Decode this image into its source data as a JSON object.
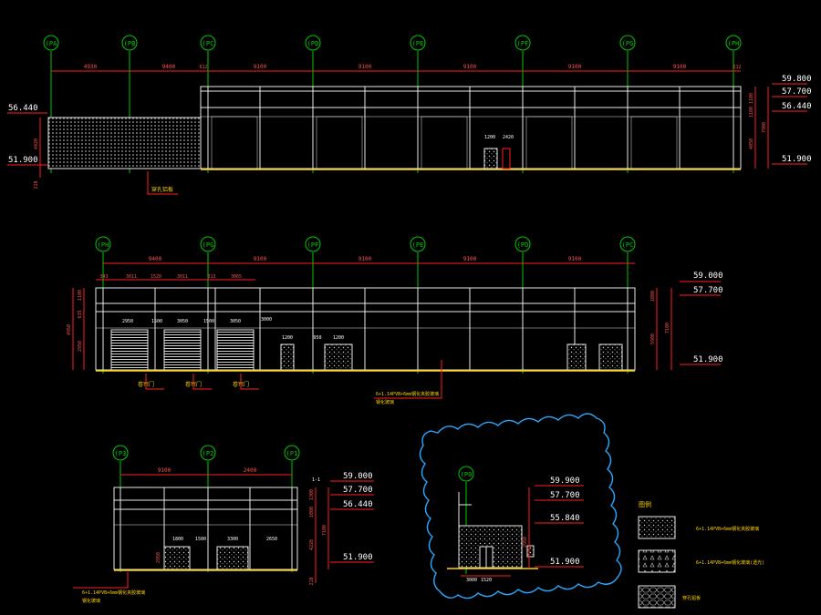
{
  "colors": {
    "background": "#000000",
    "axis": "#00c800",
    "dimension": "#ff2020",
    "elevation_text": "#ffffff",
    "facade": "#e8e8e8",
    "note": "#ffd200",
    "cloud": "#2aa7ff",
    "hatch": "#bbbbbb"
  },
  "elevation1": {
    "axes": [
      "(PA",
      "(PB",
      "(PC",
      "(PD",
      "(PE",
      "(PF",
      "(PG",
      "(PH"
    ],
    "top_dims": [
      "4930",
      "9400",
      "612",
      "9100",
      "9100",
      "9100",
      "9100",
      "9100",
      "612"
    ],
    "door_dims": [
      "1200",
      "2420"
    ],
    "right_dims": [
      "1100",
      "1100",
      "4050",
      "7900"
    ],
    "left_dims": [
      "4420",
      "210"
    ],
    "levels": {
      "l1": "59.800",
      "l2": "57.700",
      "l3": "56.440",
      "l4": "51.900"
    },
    "left_level_top": "56.440",
    "left_level_bottom": "51.900",
    "note": "穿孔铝板"
  },
  "elevation2": {
    "axes": [
      "(PH",
      "(PG",
      "(PF",
      "(PE",
      "(PD",
      "(PC"
    ],
    "top_dims": [
      "9400",
      "9100",
      "9100",
      "9100",
      "9100"
    ],
    "sub_dims": [
      "343",
      "3011",
      "1520",
      "3011",
      "313",
      "3065"
    ],
    "door_dims": [
      "2950",
      "1500",
      "3050",
      "1500",
      "3050",
      "3000",
      "1200",
      "1200",
      "950"
    ],
    "left_dims": [
      "1100",
      "635",
      "2950",
      "4950"
    ],
    "right_dims": [
      "1000",
      "5900",
      "7100"
    ],
    "levels": {
      "l1": "59.000",
      "l2": "57.700",
      "l3": "51.900"
    },
    "door_labels": [
      "卷帘门",
      "卷帘门",
      "卷帘门"
    ],
    "note_line1": "6+1.14PVB+6mm钢化夹胶玻璃",
    "note_line2": "钢化玻璃"
  },
  "elevation3": {
    "axes": [
      "(P3",
      "(P2",
      "(P1"
    ],
    "top_dims": [
      "9100",
      "2400"
    ],
    "door_dims": [
      "1800",
      "1500",
      "3300",
      "2650"
    ],
    "left_dims": [
      "2950"
    ],
    "right_dims": [
      "1300",
      "1000",
      "4220",
      "210",
      "7100"
    ],
    "levels": {
      "l1": "59.000",
      "l2": "57.700",
      "l3": "56.440",
      "l4": "51.900"
    },
    "note_line1": "6+1.14PVB+6mm钢化夹胶玻璃",
    "note_line2": "钢化玻璃",
    "tag": "1-1"
  },
  "elevation4": {
    "axis": "(P0",
    "levels": {
      "l1": "59.900",
      "l2": "57.700",
      "l3": "55.840",
      "l4": "51.900"
    },
    "bottom_dims": [
      "3000",
      "1520"
    ],
    "right_dims": [
      "2950"
    ]
  },
  "legend": {
    "title": "图例",
    "items": [
      "6+1.14PVB+6mm钢化夹胶玻璃",
      "6+1.14PVB+6mm钢化玻璃(透光)",
      "穿孔铝板"
    ]
  }
}
